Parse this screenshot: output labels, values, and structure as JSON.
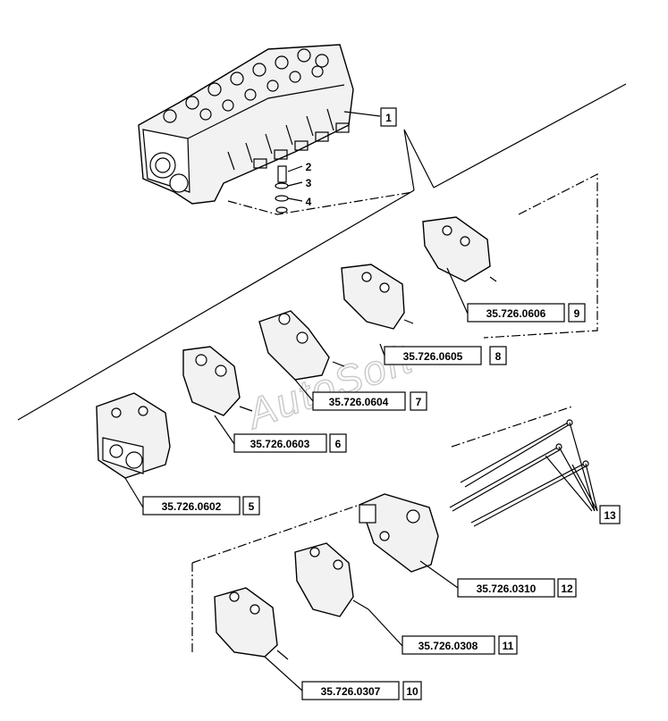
{
  "watermark": "AutoSoft",
  "items": [
    {
      "callout": "1",
      "code": ""
    },
    {
      "callout": "2",
      "code": ""
    },
    {
      "callout": "3",
      "code": ""
    },
    {
      "callout": "4",
      "code": ""
    },
    {
      "callout": "5",
      "code": "35.726.0602"
    },
    {
      "callout": "6",
      "code": "35.726.0603"
    },
    {
      "callout": "7",
      "code": "35.726.0604"
    },
    {
      "callout": "8",
      "code": "35.726.0605"
    },
    {
      "callout": "9",
      "code": "35.726.0606"
    },
    {
      "callout": "10",
      "code": "35.726.0307"
    },
    {
      "callout": "11",
      "code": "35.726.0308"
    },
    {
      "callout": "12",
      "code": "35.726.0310"
    },
    {
      "callout": "13",
      "code": ""
    }
  ]
}
